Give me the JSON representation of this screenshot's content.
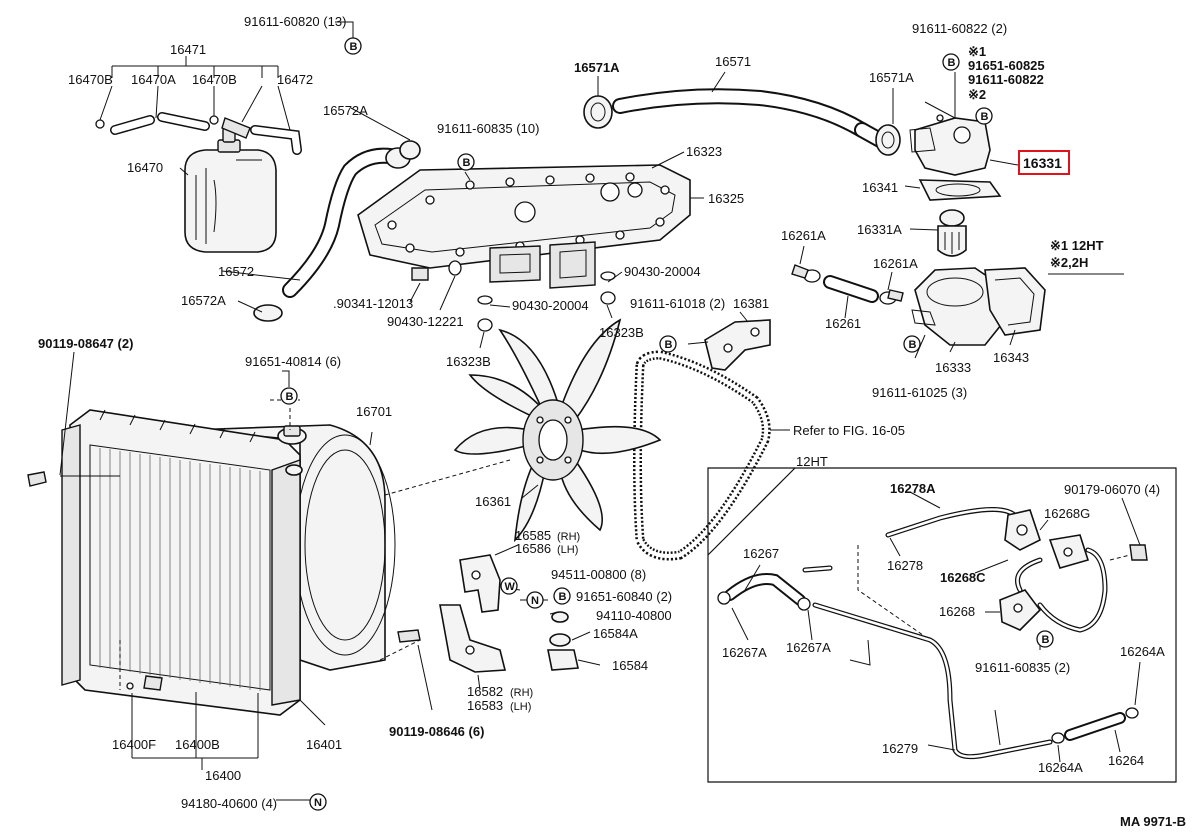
{
  "labels": {
    "p91611_60820": "91611-60820 (13)",
    "p16471": "16471",
    "p16470B_a": "16470B",
    "p16470A": "16470A",
    "p16470B_b": "16470B",
    "p16472": "16472",
    "p16470": "16470",
    "p16572A_top": "16572A",
    "p16572": "16572",
    "p16572A_bot": "16572A",
    "p91611_60835_10": "91611-60835 (10)",
    "p16323": "16323",
    "p16325": "16325",
    "p90341_12013": ".90341-12013",
    "p90430_12221": "90430-12221",
    "p90430_20004_a": "90430-20004",
    "p90430_20004_b": "90430-20004",
    "p16323B_a": "16323B",
    "p16323B_b": "16323B",
    "p91611_61018": "91611-61018 (2)",
    "p16381": "16381",
    "p16571A_bold": "16571A",
    "p16571": "16571",
    "p16571A": "16571A",
    "p91611_60822_2": "91611-60822 (2)",
    "note_1_mark": "※1",
    "p91651_60825": "91651-60825",
    "p91611_60822": "91611-60822",
    "note_2_mark": "※2",
    "p16331": "16331",
    "p16341": "16341",
    "p16331A": "16331A",
    "legend_1": "※1 12HT",
    "legend_2": "※2,2H",
    "p16261A_a": "16261A",
    "p16261A_b": "16261A",
    "p16261": "16261",
    "p16333": "16333",
    "p16343": "16343",
    "p91611_61025": "91611-61025 (3)",
    "p90119_08647": "90119-08647 (2)",
    "p91651_40814": "91651-40814 (6)",
    "p16701": "16701",
    "p16361": "16361",
    "refer": "Refer to FIG. 16-05",
    "box_12ht": "12HT",
    "p16278A": "16278A",
    "p90179_06070": "90179-06070 (4)",
    "p16268G": "16268G",
    "p16278": "16278",
    "p16268C": "16268C",
    "p16268": "16268",
    "p91611_60835_2": "91611-60835 (2)",
    "p16267": "16267",
    "p16267A_a": "16267A",
    "p16267A_b": "16267A",
    "p16264A_top": "16264A",
    "p16279": "16279",
    "p16264A_bot": "16264A",
    "p16264": "16264",
    "p16585": "16585",
    "p16585_rh": "(RH)",
    "p16586": "16586",
    "p16586_lh": "(LH)",
    "p94511_00800": "94511-00800 (8)",
    "p91651_60840": "91651-60840 (2)",
    "p94110_40800": "94110-40800",
    "p16584A": "16584A",
    "p16584": "16584",
    "p16582": "16582",
    "p16582_rh": "(RH)",
    "p16583": "16583",
    "p16583_lh": "(LH)",
    "p90119_08646": "90119-08646 (6)",
    "p16400F": "16400F",
    "p16400B": "16400B",
    "p16401": "16401",
    "p16400": "16400",
    "p94180_40600": "94180-40600 (4)",
    "footer_code": "MA  9971-B"
  },
  "markers": {
    "B": "B",
    "N": "N",
    "W": "W"
  },
  "highlight": {
    "part": "p16331",
    "color": "#e0121b"
  }
}
